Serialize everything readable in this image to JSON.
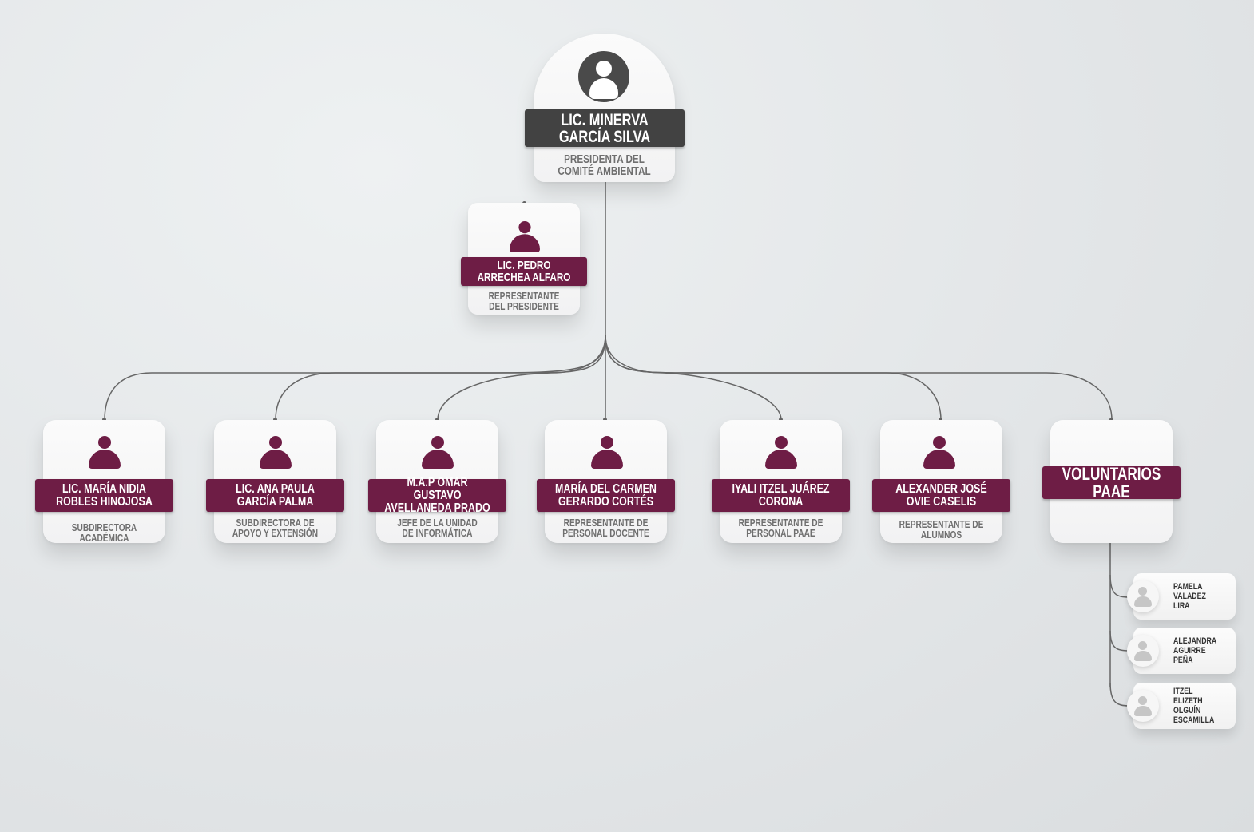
{
  "colors": {
    "accent": "#6e1d45",
    "top_name_bar": "#424242",
    "connector": "#666666"
  },
  "president": {
    "name": "LIC. MINERVA GARCÍA SILVA",
    "role": "PRESIDENTA DEL COMITÉ AMBIENTAL",
    "icon": "user-circle-icon"
  },
  "representative": {
    "name": "LIC. PEDRO ARRECHEA ALFARO",
    "role": "REPRESENTANTE DEL PRESIDENTE",
    "icon": "person-icon"
  },
  "members": [
    {
      "name": "LIC. MARÍA NIDIA ROBLES HINOJOSA",
      "role": "SUBDIRECTORA ACADÉMICA",
      "icon": "person-icon"
    },
    {
      "name": "LIC. ANA PAULA GARCÍA PALMA",
      "role": "SUBDIRECTORA DE APOYO Y EXTENSIÓN",
      "icon": "person-icon"
    },
    {
      "name": "M.A.P OMAR GUSTAVO AVELLANEDA PRADO",
      "role": "JEFE DE LA UNIDAD DE INFORMÁTICA",
      "icon": "person-icon"
    },
    {
      "name": "MARÍA DEL CARMEN GERARDO CORTÉS",
      "role": "REPRESENTANTE DE PERSONAL DOCENTE",
      "icon": "person-icon"
    },
    {
      "name": "IYALI ITZEL JUÁREZ CORONA",
      "role": "REPRESENTANTE DE PERSONAL PAAE",
      "icon": "person-icon"
    },
    {
      "name": "ALEXANDER JOSÉ OVIE CASELIS",
      "role": "REPRESENTANTE DE ALUMNOS",
      "icon": "person-icon"
    }
  ],
  "volunteers": {
    "title": "VOLUNTARIOS PAAE",
    "people": [
      {
        "name": "PAMELA VALADEZ LIRA",
        "icon": "user-placeholder-icon"
      },
      {
        "name": "ALEJANDRA AGUIRRE PEÑA",
        "icon": "user-placeholder-icon"
      },
      {
        "name": "ITZEL ELIZETH OLGUÍN ESCAMILLA",
        "icon": "user-placeholder-icon"
      }
    ]
  }
}
